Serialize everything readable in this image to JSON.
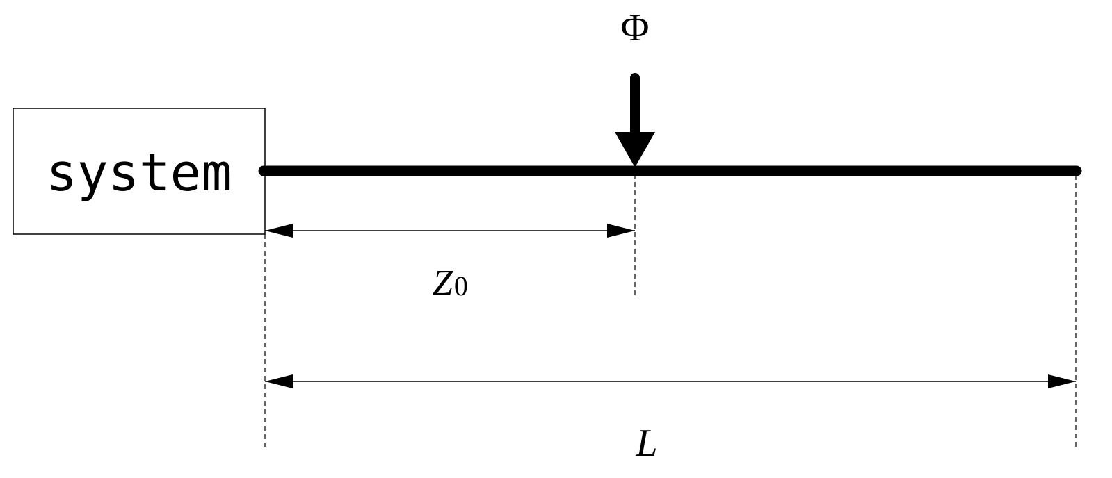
{
  "system_box": {
    "label": "system"
  },
  "force": {
    "symbol": "Φ"
  },
  "dimensions": {
    "z0": {
      "base": "Z",
      "subscript": "0"
    },
    "length": {
      "label": "L"
    }
  },
  "colors": {
    "stroke": "#000000",
    "background": "#ffffff"
  }
}
